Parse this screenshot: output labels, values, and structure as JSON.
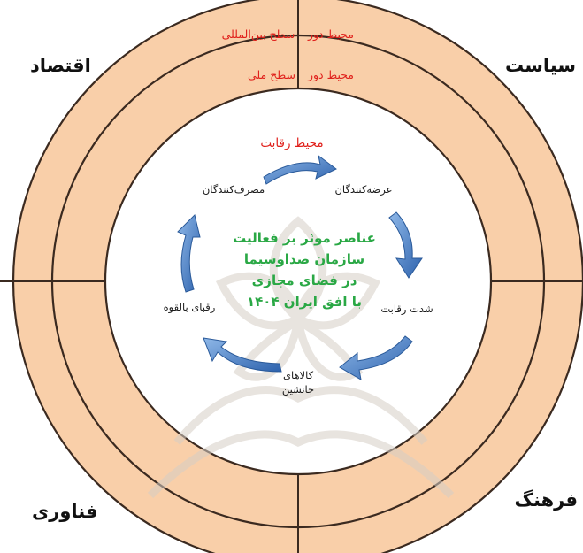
{
  "corners": {
    "top_left": "اقتصاد",
    "top_right": "سیاست",
    "bottom_left": "فناوری",
    "bottom_right": "فرهنگ"
  },
  "rings": {
    "outer_left": "محیط دور",
    "outer_right": "سطح بین‌المللی",
    "middle_left": "محیط دور",
    "middle_right": "سطح ملی",
    "inner_title": "محیط رقابت"
  },
  "cycle_nodes": {
    "suppliers": "عرضه‌کنندگان",
    "consumers": "مصرف‌کنندگان",
    "rivalry": "شدت رقابت",
    "potential_rivals": "رقبای بالقوه",
    "substitutes_line1": "کالاهای",
    "substitutes_line2": "جانشین"
  },
  "center_title": [
    "عناصر موثر بر فعالیت",
    "سازمان صداوسیما",
    "در فضای مجازی",
    "با افق ایران ۱۴۰۴"
  ],
  "colors": {
    "ring_fill": "#f9cfa9",
    "ring_stroke": "#3b2a20",
    "red_text": "#e0201b",
    "green_text": "#2aa845",
    "arrow_blue": "#3f78c0",
    "watermark": "#d9d3cd"
  }
}
